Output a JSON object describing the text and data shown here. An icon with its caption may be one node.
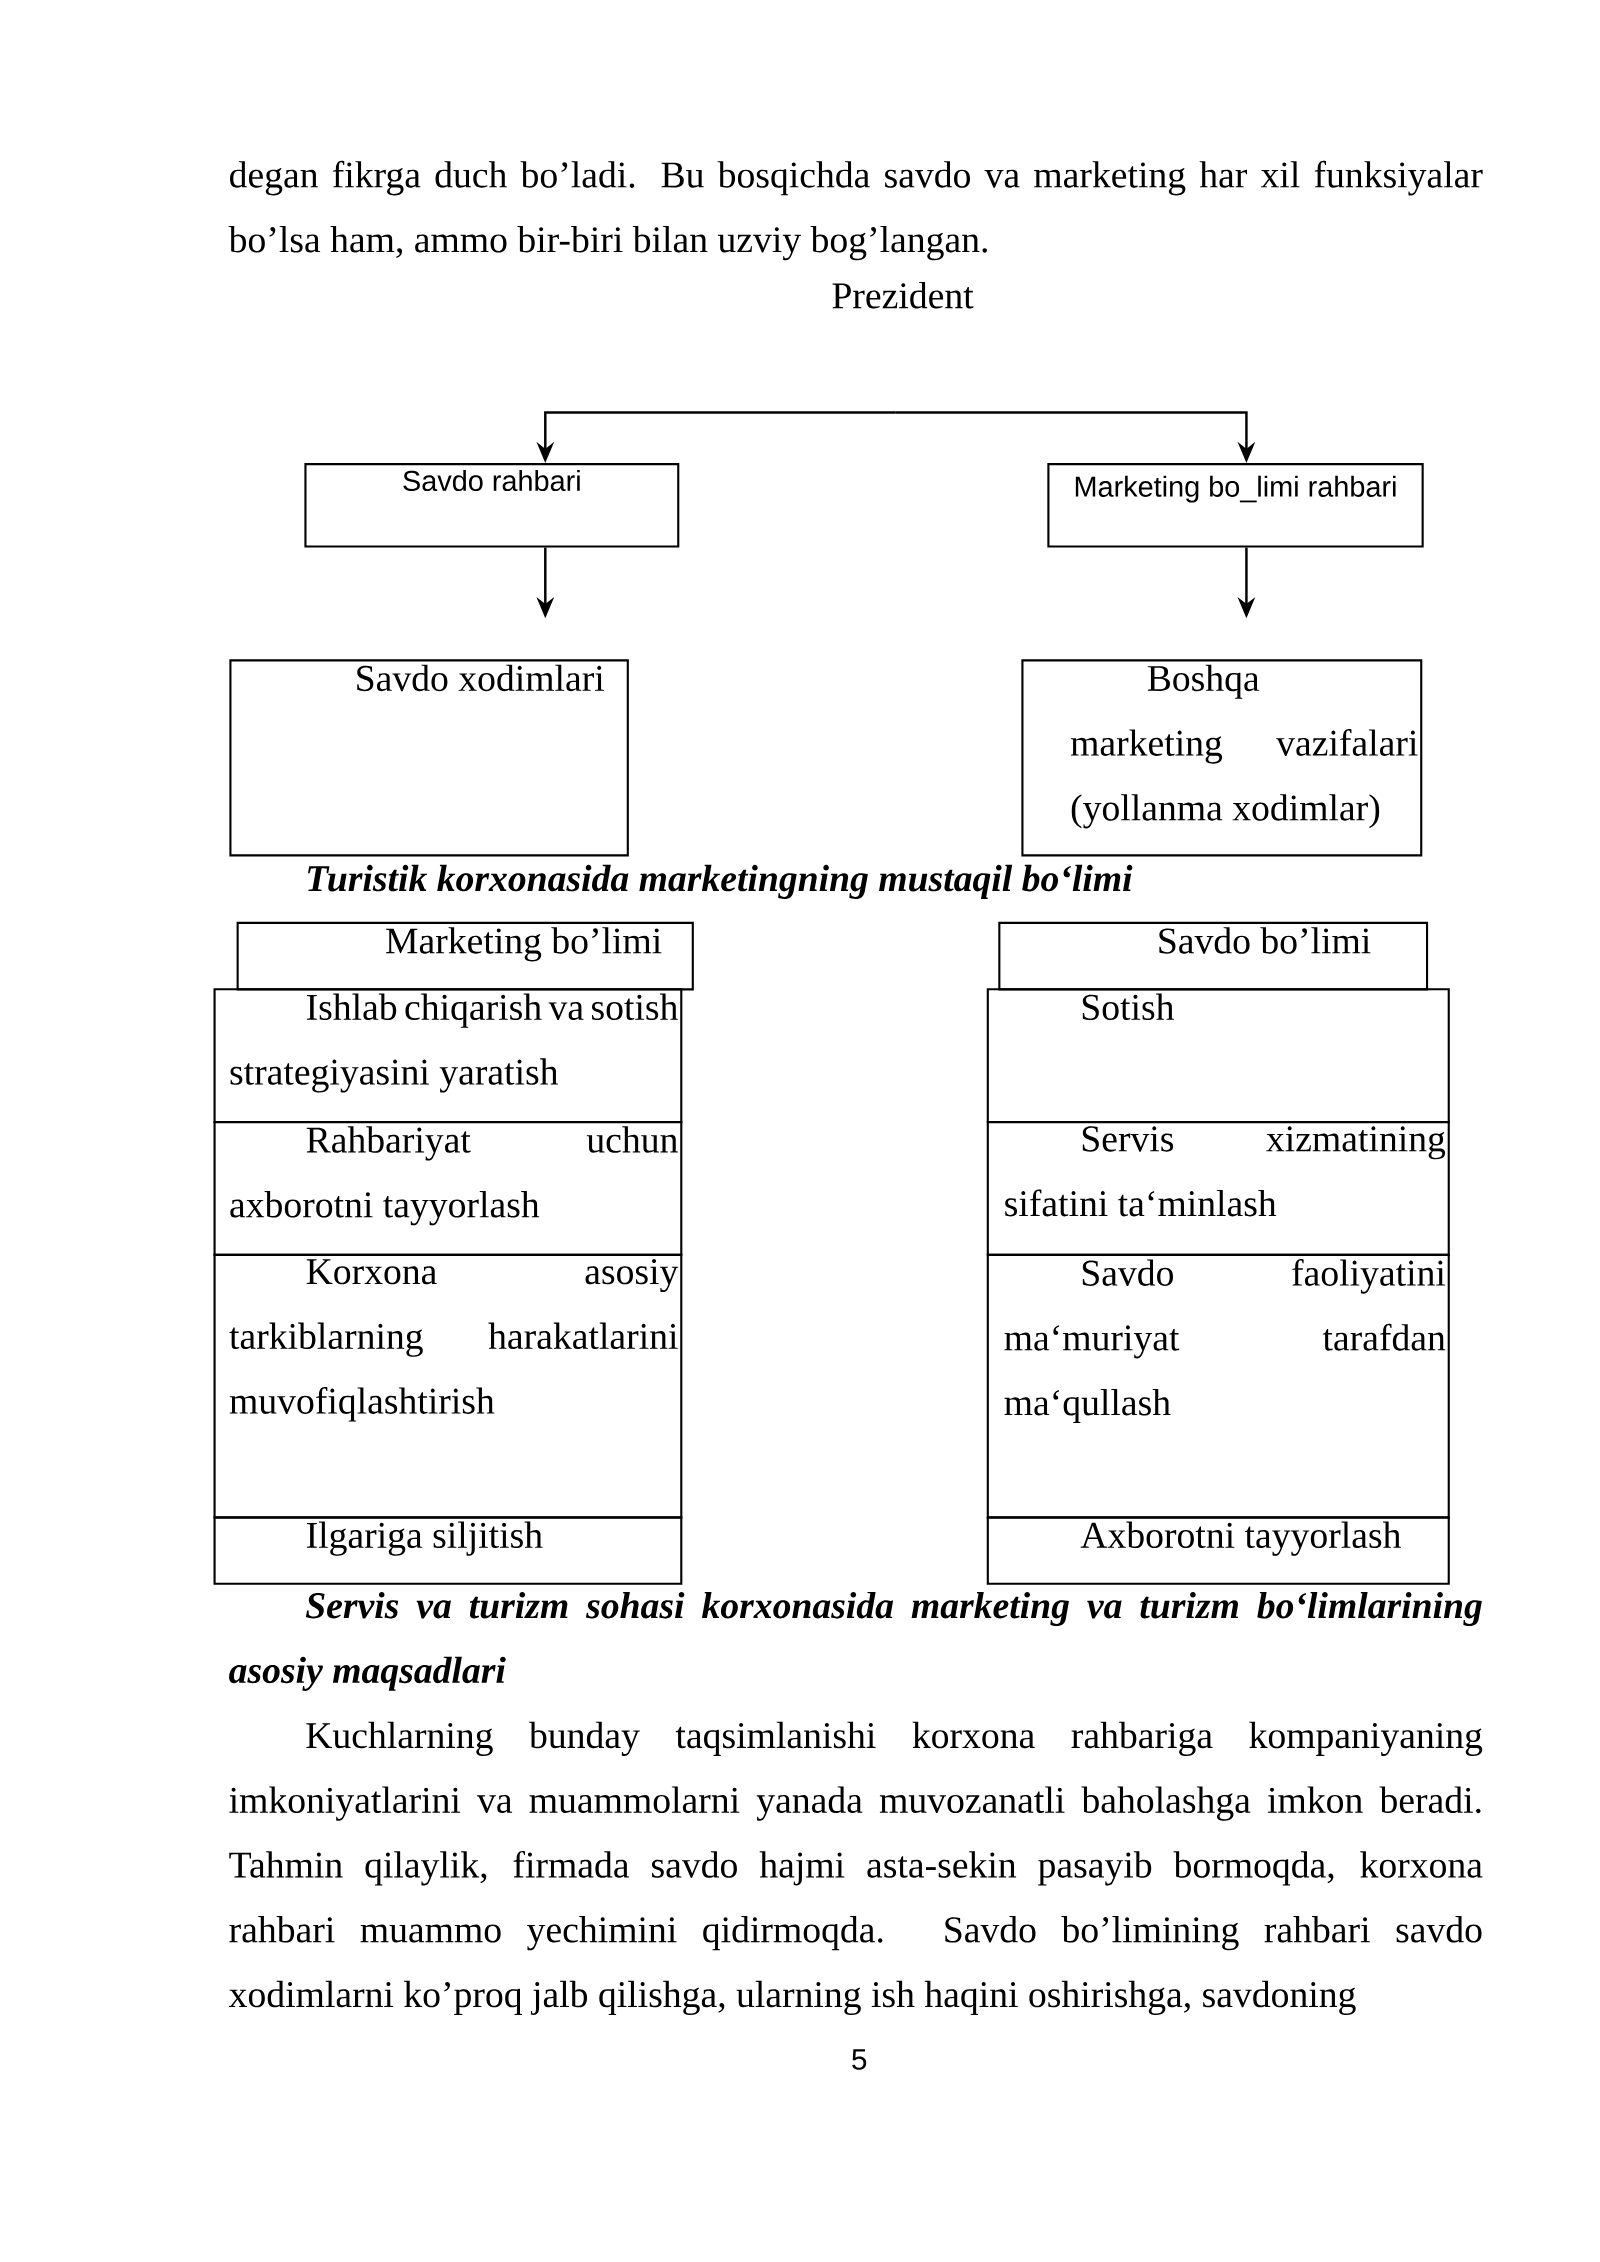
{
  "diagram": {
    "nodes": [
      {
        "text": [
          "Prezident"
        ]
      },
      {
        "text": [
          "Savdo rahbari"
        ]
      },
      {
        "text": [
          "Marketing bo_limi rahbari"
        ]
      },
      {
        "text": [
          "Savdo xodimlari"
        ]
      },
      {
        "text": [
          "Boshqa marketing vazifalari (yollanma xodimlar)"
        ]
      },
      {
        "text": [
          "Marketing bo’limi"
        ]
      },
      {
        "text": [
          "Ishlab chiqarish va sotish strategiyasini yaratish"
        ]
      },
      {
        "text": [
          "Rahbariyat uchun axborotni tayyorlash"
        ]
      },
      {
        "text": [
          "Korxona asosiy tarkiblarning harakatlarini muvofiqlashtirish"
        ]
      },
      {
        "text": [
          "Ilgariga siljitish"
        ]
      },
      {
        "text": [
          "Savdo bo’limi"
        ]
      },
      {
        "text": [
          "Sotish"
        ]
      },
      {
        "text": [
          "Servis xizmatining sifatini ta‘minlash"
        ]
      },
      {
        "text": [
          "Savdo faoliyatini ma‘muriyat tarafdan ma‘qullash"
        ]
      },
      {
        "text": [
          "Axborotni tayyorlash"
        ]
      }
    ],
    "edges": [
      {
        "from": null,
        "to": 1,
        "arrow": "to"
      },
      {
        "from": null,
        "to": 2,
        "arrow": "to"
      },
      {
        "from": 1,
        "to": null,
        "arrow": "to"
      },
      {
        "from": 2,
        "to": null,
        "arrow": "to"
      }
    ],
    "labels": [
      "degan fikrga duch bo’ladi. Bu bosqichda savdo va marketing har xil funksiyalar bo’lsa ham, ammo bir-biri bilan uzviy bog’langan.",
      "Turistik korxonasida marketingning mustaqil bo‘limi",
      "Servis va turizm sohasi korxonasida marketing va turizm bo‘limlarining asosiy maqsadlari",
      "Kuchlarning bunday taqsimlanishi korxona rahbariga kompaniyaning imkoniyatlarini va muammolarni yanada muvozanatli baholashga imkon beradi. Tahmin qilaylik, firmada savdo hajmi asta-sekin pasayib bormoqda, korxona rahbari muammo yechimini qidirmoqda. Savdo bo’limining rahbari savdo xodimlarni ko’proq jalb qilishga, ularning ish haqini oshirishga, savdoning",
      "5"
    ]
  }
}
